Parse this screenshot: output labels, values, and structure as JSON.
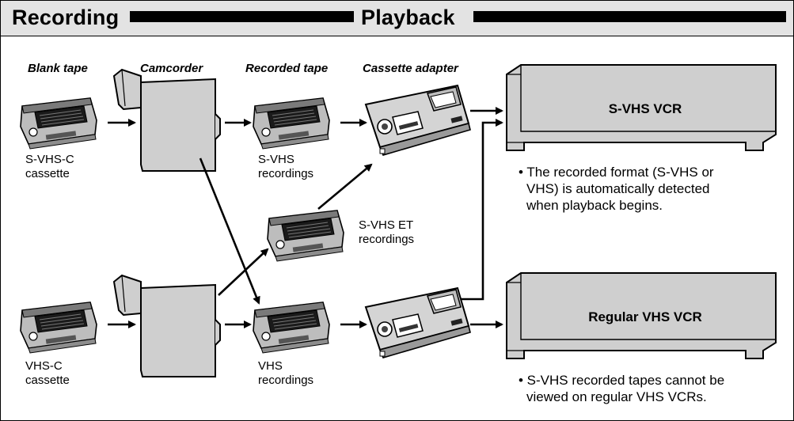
{
  "header": {
    "recording": "Recording",
    "playback": "Playback"
  },
  "columns": {
    "blank_tape": "Blank tape",
    "camcorder": "Camcorder",
    "recorded_tape": "Recorded tape",
    "cassette_adapter": "Cassette adapter"
  },
  "captions": {
    "svhsc_1": "S-VHS-C",
    "svhsc_2": "cassette",
    "svhs_rec_1": "S-VHS",
    "svhs_rec_2": "recordings",
    "svhset_1": "S-VHS ET",
    "svhset_2": "recordings",
    "vhsc_1": "VHS-C",
    "vhsc_2": "cassette",
    "vhs_rec_1": "VHS",
    "vhs_rec_2": "recordings"
  },
  "vcrs": {
    "svhs": "S-VHS VCR",
    "regular": "Regular VHS VCR"
  },
  "notes": {
    "svhs": [
      "• The recorded format (S-VHS or",
      "VHS) is automatically detected",
      "when playback begins."
    ],
    "regular": [
      "• S-VHS recorded tapes cannot be",
      "viewed on regular VHS VCRs."
    ]
  },
  "icons": {
    "tape": "mini-cassette-icon",
    "camcorder": "camcorder-icon",
    "adapter": "cassette-adapter-icon",
    "vcr": "vcr-icon"
  },
  "colors": {
    "header_bg": "#e3e3e3",
    "device_fill": "#cfcfcf",
    "stroke": "#000000"
  }
}
